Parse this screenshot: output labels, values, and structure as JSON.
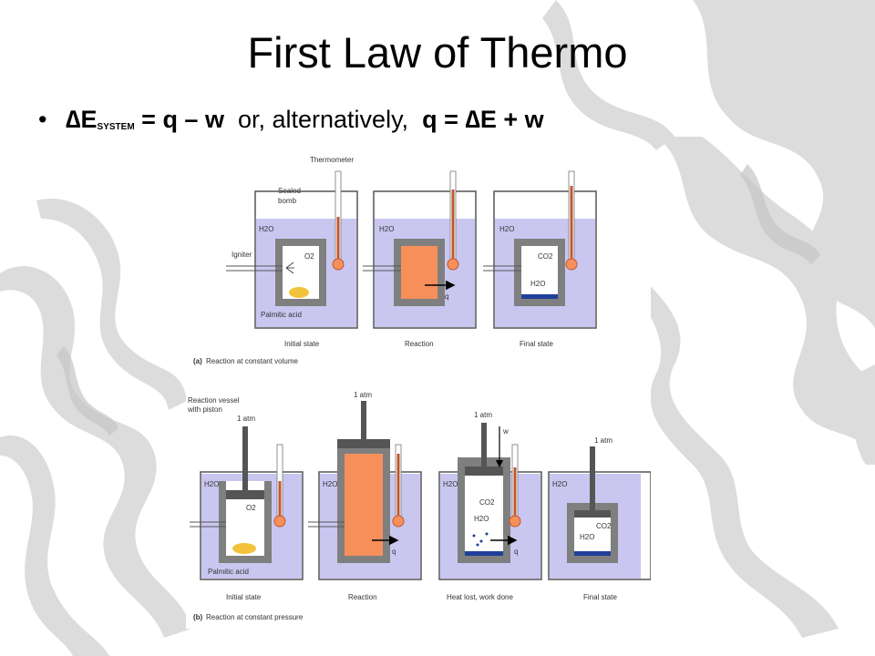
{
  "slide": {
    "title": "First Law of Thermo",
    "bullet": {
      "delta": "∆",
      "e": "E",
      "system_sub": "SYSTEM",
      "eq1_rest": " = q – w",
      "middle": "  or, alternatively,  ",
      "eq2_start": "q = ",
      "eq2_rest": "E + w"
    }
  },
  "figure": {
    "top_labels": {
      "thermometer": "Thermometer",
      "sealed": "Sealed",
      "bomb": "bomb",
      "igniter": "Igniter",
      "palmitic": "Palmitic acid",
      "water": "H2O",
      "oxygen": "O2",
      "co2": "CO2",
      "q": "q",
      "initial": "Initial state",
      "reaction": "Reaction",
      "final": "Final state",
      "caption_letter": "(a)",
      "caption": "Reaction at constant volume"
    },
    "bottom_labels": {
      "vessel1": "Reaction vessel",
      "vessel2": "with piston",
      "atm": "1 atm",
      "w": "w",
      "q": "q",
      "initial": "Initial state",
      "reaction": "Reaction",
      "heat_lost": "Heat lost, work done",
      "final": "Final state",
      "caption_letter": "(b)",
      "caption": "Reaction at constant pressure"
    },
    "colors": {
      "water": "#c9c7f0",
      "wall": "#7f7f7f",
      "reaction_fill": "#f78f5b",
      "thermometer": "#c0572f",
      "acid": "#f2c33a",
      "liquid_water": "#1f3f9a"
    }
  }
}
